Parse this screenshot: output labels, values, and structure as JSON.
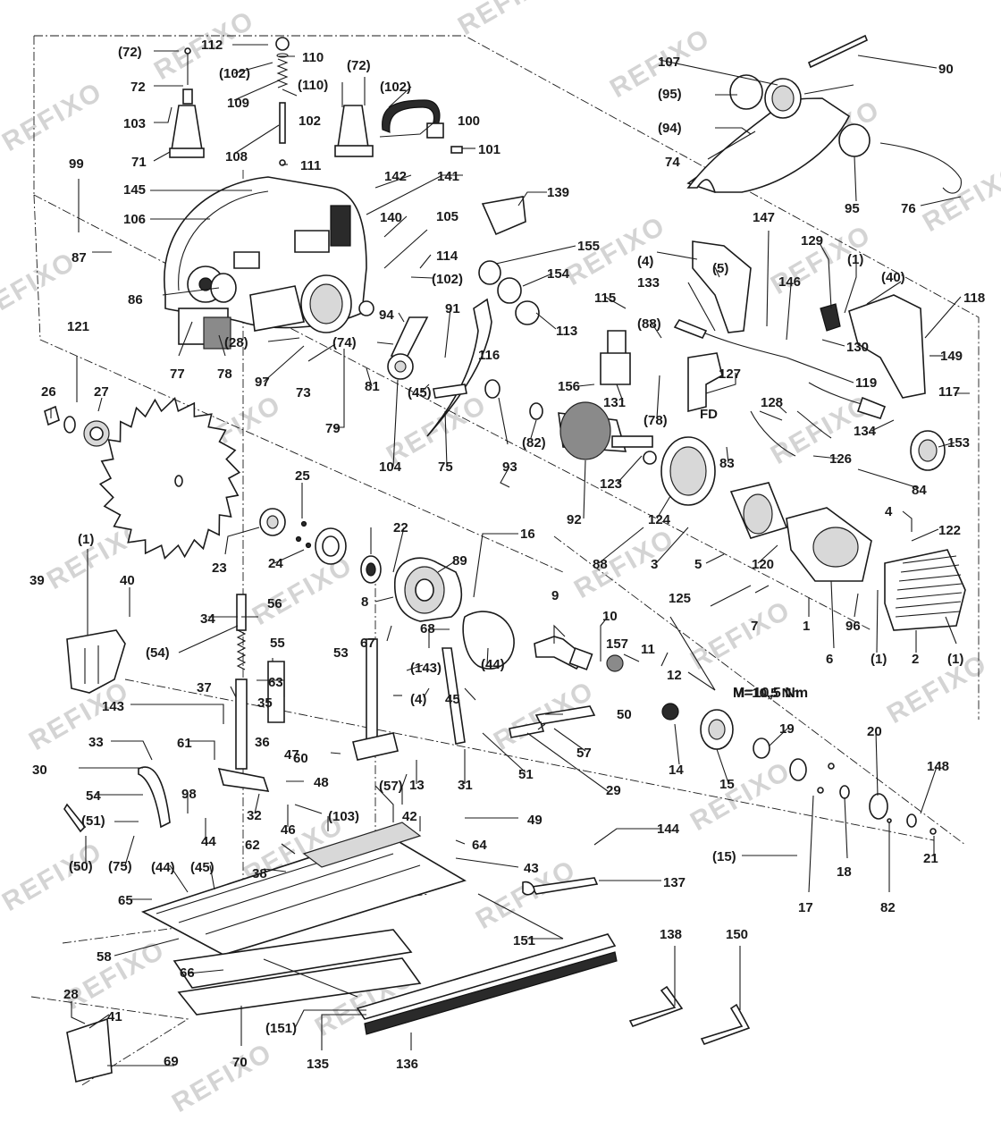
{
  "watermark": "REFIXO",
  "torque_note": "M=10,5 Nm",
  "fd_label": "FD",
  "part_labels": [
    "(72)",
    "72",
    "103",
    "71",
    "112",
    "110",
    "(102)",
    "(110)",
    "109",
    "102",
    "108",
    "111",
    "(72)",
    "(102)",
    "100",
    "101",
    "107",
    "(95)",
    "(94)",
    "74",
    "95",
    "76",
    "90",
    "99",
    "87",
    "145",
    "106",
    "142",
    "141",
    "105",
    "139",
    "140",
    "114",
    "(102)",
    "155",
    "154",
    "113",
    "115",
    "133",
    "(4)",
    "(5)",
    "147",
    "129",
    "(1)",
    "(40)",
    "118",
    "146",
    "130",
    "149",
    "119",
    "117",
    "86",
    "94",
    "91",
    "(88)",
    "156",
    "131",
    "(78)",
    "127",
    "128",
    "134",
    "153",
    "77",
    "78",
    "(28)",
    "97",
    "73",
    "(74)",
    "79",
    "81",
    "104",
    "(45)",
    "75",
    "116",
    "93",
    "(82)",
    "92",
    "123",
    "124",
    "83",
    "126",
    "84",
    "121",
    "26",
    "27",
    "25",
    "23",
    "24",
    "22",
    "16",
    "89",
    "8",
    "88",
    "3",
    "5",
    "120",
    "4",
    "122",
    "(1)",
    "40",
    "39",
    "34",
    "56",
    "55",
    "63",
    "35",
    "36",
    "(54)",
    "37",
    "67",
    "68",
    "53",
    "(143)",
    "(4)",
    "45",
    "(44)",
    "9",
    "10",
    "157",
    "11",
    "12",
    "M=10,5 Nm",
    "7",
    "1",
    "96",
    "6",
    "(1)",
    "2",
    "(1)",
    "125",
    "143",
    "33",
    "30",
    "54",
    "(51)",
    "(50)",
    "(75)",
    "98",
    "44",
    "61",
    "60",
    "32",
    "48",
    "46",
    "47",
    "50",
    "57",
    "51",
    "29",
    "31",
    "13",
    "14",
    "15",
    "19",
    "20",
    "148",
    "(57)",
    "(103)",
    "42",
    "49",
    "64",
    "43",
    "144",
    "62",
    "38",
    "(44)",
    "(45)",
    "65",
    "137",
    "151",
    "58",
    "66",
    "70",
    "(151)",
    "135",
    "136",
    "(15)",
    "18",
    "17",
    "82",
    "21",
    "138",
    "150",
    "28",
    "41",
    "69"
  ]
}
